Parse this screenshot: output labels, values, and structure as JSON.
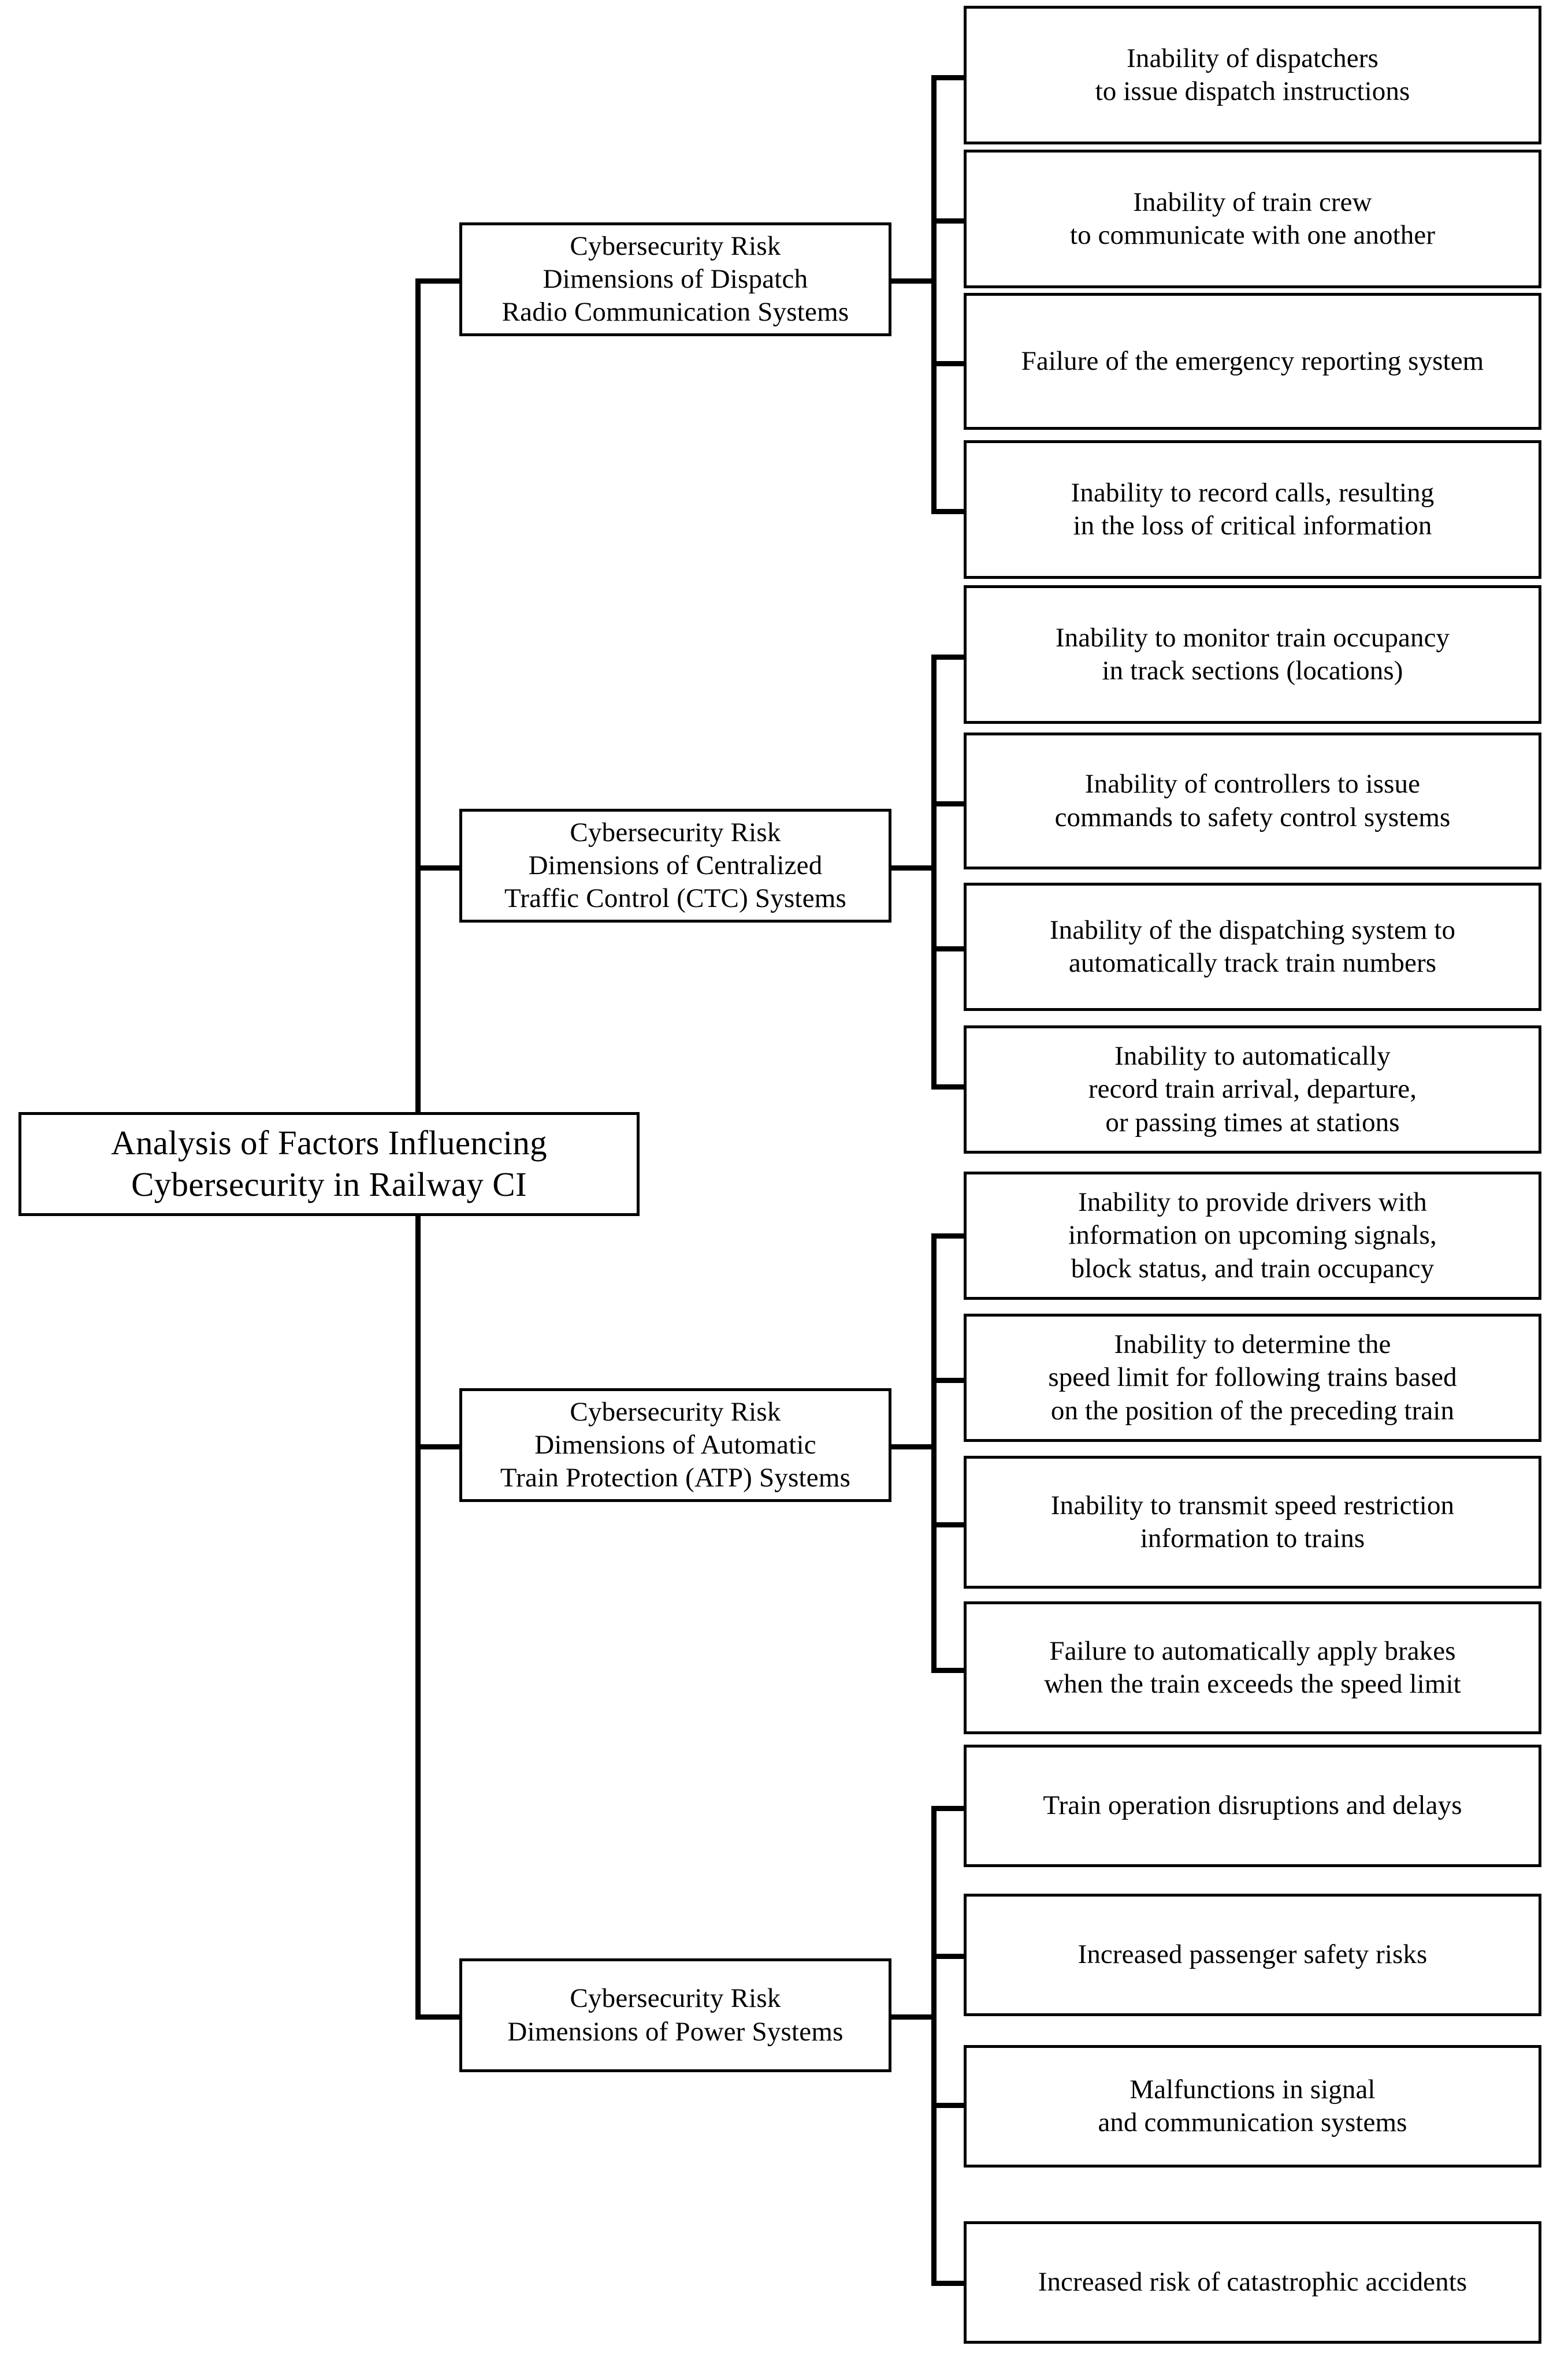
{
  "diagram": {
    "type": "hierarchy-tree",
    "orientation": "left-to-right",
    "root": {
      "label": "Analysis of Factors Influencing\nCybersecurity in Railway CI"
    },
    "branches": [
      {
        "label": "Cybersecurity Risk\nDimensions of Dispatch\nRadio Communication Systems",
        "leaves": [
          {
            "label": "Inability of dispatchers\nto issue dispatch instructions"
          },
          {
            "label": "Inability of train crew\nto communicate with one another"
          },
          {
            "label": "Failure of the emergency reporting system"
          },
          {
            "label": "Inability to record calls, resulting\nin the loss of critical information"
          }
        ]
      },
      {
        "label": "Cybersecurity Risk\nDimensions of Centralized\nTraffic Control (CTC) Systems",
        "leaves": [
          {
            "label": "Inability to monitor train occupancy\nin track sections (locations)"
          },
          {
            "label": "Inability of controllers to issue\ncommands to safety control systems"
          },
          {
            "label": "Inability of the dispatching system to\nautomatically track train numbers"
          },
          {
            "label": "Inability to automatically\nrecord train arrival, departure,\nor passing times at stations"
          }
        ]
      },
      {
        "label": "Cybersecurity Risk\nDimensions of Automatic\nTrain Protection (ATP) Systems",
        "leaves": [
          {
            "label": "Inability to provide drivers with\ninformation on upcoming signals,\nblock status, and train occupancy"
          },
          {
            "label": "Inability to determine the\nspeed limit for following trains based\non the position of the preceding train"
          },
          {
            "label": "Inability to transmit speed restriction\ninformation to trains"
          },
          {
            "label": "Failure to automatically apply brakes\nwhen the train exceeds the speed limit"
          }
        ]
      },
      {
        "label": "Cybersecurity Risk\nDimensions of Power Systems",
        "leaves": [
          {
            "label": "Train operation disruptions and delays"
          },
          {
            "label": "Increased passenger safety risks"
          },
          {
            "label": "Malfunctions in signal\nand communication systems"
          },
          {
            "label": "Increased risk of catastrophic accidents"
          }
        ]
      }
    ],
    "colors": {
      "stroke": "#000000",
      "fill": "#ffffff",
      "text": "#000000"
    }
  }
}
